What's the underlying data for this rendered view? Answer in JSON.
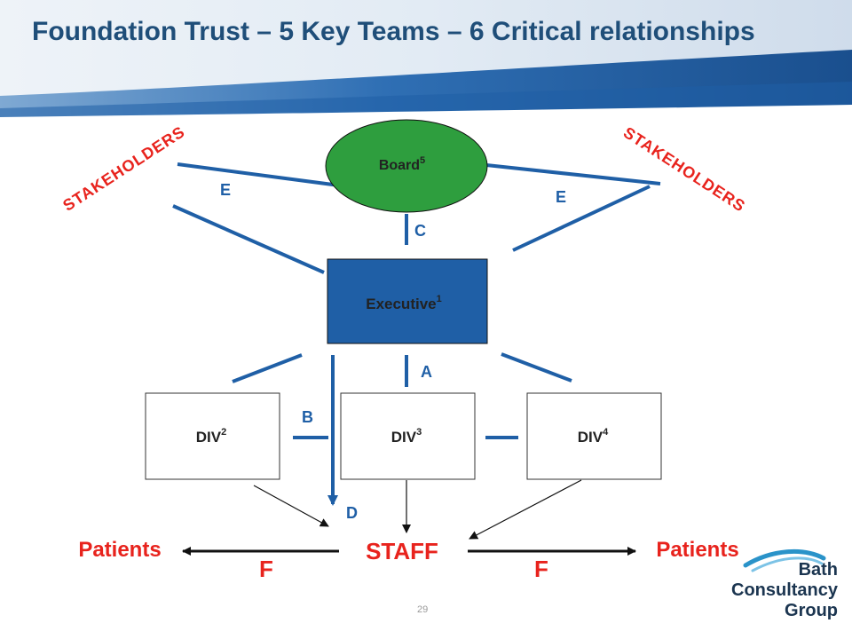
{
  "slide": {
    "title": "Foundation Trust – 5 Key Teams – 6 Critical relationships",
    "page_number": "29"
  },
  "nodes": {
    "board": {
      "label": "Board",
      "sup": "5"
    },
    "executive": {
      "label": "Executive",
      "sup": "1"
    },
    "div2": {
      "label": "DIV",
      "sup": "2"
    },
    "div3": {
      "label": "DIV",
      "sup": "3"
    },
    "div4": {
      "label": "DIV",
      "sup": "4"
    },
    "staff": {
      "label": "STAFF"
    }
  },
  "stakeholders": {
    "left": "STAKEHOLDERS",
    "right": "STAKEHOLDERS"
  },
  "patients": {
    "left": "Patients",
    "right": "Patients"
  },
  "relationships": {
    "a": "A",
    "b": "B",
    "c": "C",
    "d": "D",
    "e_left": "E",
    "e_right": "E",
    "f_left": "F",
    "f_right": "F"
  },
  "colors": {
    "header_blue": "#1f5fa6",
    "line_blue": "#1f5fa6",
    "board_green": "#2e9e3e",
    "executive_blue": "#1f5fa6",
    "accent_red": "#e8231d",
    "title_navy": "#1f4e79"
  },
  "logo": {
    "line1": "Bath",
    "line2": "Consultancy",
    "line3": "Group"
  }
}
